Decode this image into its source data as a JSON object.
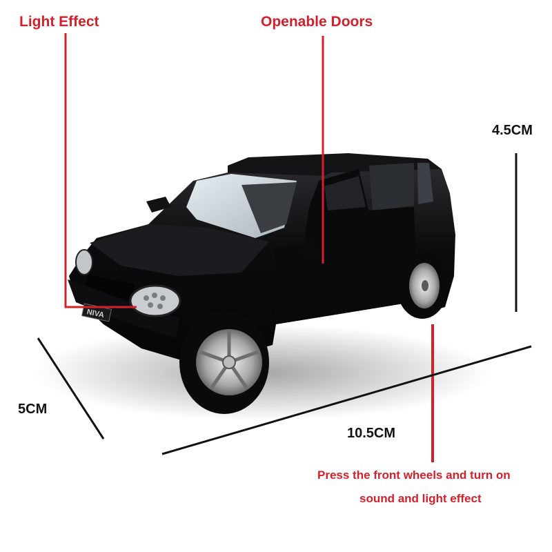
{
  "annotations": {
    "light_effect": "Light Effect",
    "openable_doors": "Openable Doors",
    "height": "4.5CM",
    "width": "5CM",
    "length": "10.5CM",
    "press_line1": "Press the front wheels and turn on",
    "press_line2": "sound and light effect"
  },
  "badge": "NIVA",
  "colors": {
    "accent_red": "#d4202a",
    "car_body": "#0c0c0e",
    "text_black": "#111111"
  }
}
